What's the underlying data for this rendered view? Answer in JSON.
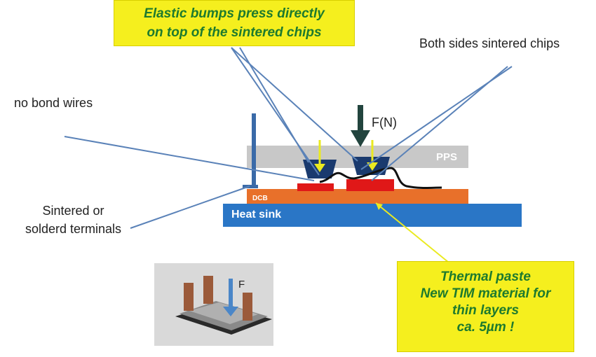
{
  "callouts": {
    "top": [
      "Elastic bumps press directly",
      "on top of  the sintered chips"
    ],
    "bottom": [
      "Thermal paste",
      "New TIM material for",
      "thin layers",
      "ca. 5µm !"
    ]
  },
  "labels": {
    "both_sides": "Both sides sintered chips",
    "no_bond_wires": "no bond wires",
    "sintered_terminals": [
      "Sintered or",
      "solderd terminals"
    ]
  },
  "blocks": {
    "pps": "PPS",
    "dcb": "DCB",
    "heat_sink": "Heat sink"
  },
  "force_label": "F(N)",
  "inset_force_label": "F",
  "colors": {
    "callout_fill": "#f5ef1e",
    "callout_text": "#1d7a2e",
    "pps": "#c8c8c8",
    "dcb": "#e8702a",
    "heat_sink": "#2a76c6",
    "chip": "#e01818",
    "bump": "#1a3a6e",
    "pointer": "#5a82b8",
    "force_arrow": "#22443e",
    "yellow_arrow": "#eaea20"
  }
}
